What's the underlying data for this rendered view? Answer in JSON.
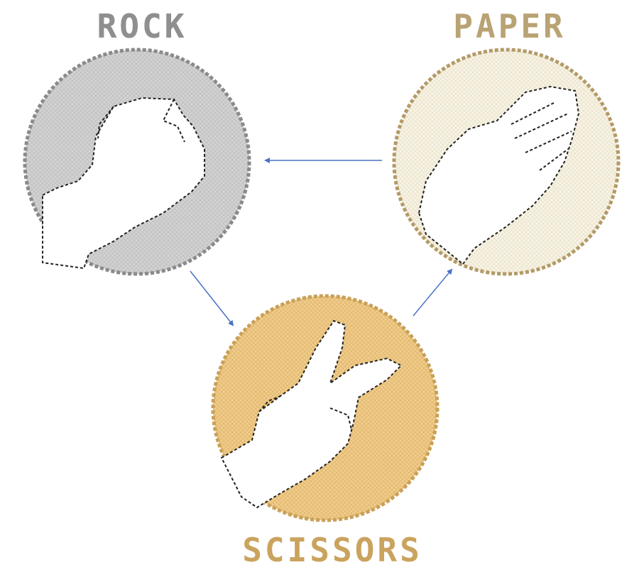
{
  "labels": {
    "rock": "ROCK",
    "paper": "PAPER",
    "scissors": "SCISSORS"
  },
  "colors": {
    "rock_fill": "#d0d0d0",
    "rock_edge": "#8a8a8a",
    "paper_fill": "#f7f2e4",
    "paper_edge": "#b39a68",
    "scissors_fill": "#efcb88",
    "scissors_edge": "#c9a058",
    "arrow": "#4a72c4",
    "hand_fill": "#ffffff",
    "hand_stitch": "#222222"
  },
  "icons": {
    "rock": "fist-icon",
    "paper": "open-hand-icon",
    "scissors": "v-sign-hand-icon",
    "arrow": "arrow-icon"
  },
  "relations": [
    {
      "from": "Paper",
      "to": "Rock"
    },
    {
      "from": "Rock",
      "to": "Scissors"
    },
    {
      "from": "Scissors",
      "to": "Paper"
    }
  ]
}
